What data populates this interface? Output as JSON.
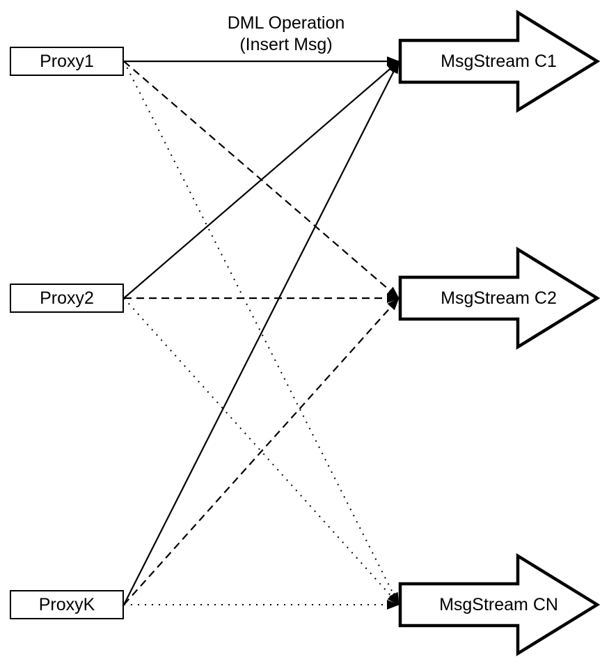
{
  "diagram": {
    "annotation": {
      "line1": "DML Operation",
      "line2": "(Insert Msg)"
    },
    "proxies": [
      {
        "id": "proxy1",
        "label": "Proxy1"
      },
      {
        "id": "proxy2",
        "label": "Proxy2"
      },
      {
        "id": "proxyk",
        "label": "ProxyK"
      }
    ],
    "streams": [
      {
        "id": "c1",
        "label": "MsgStream C1"
      },
      {
        "id": "c2",
        "label": "MsgStream C2"
      },
      {
        "id": "cn",
        "label": "MsgStream CN"
      }
    ],
    "connections": [
      {
        "from": "proxy1",
        "to": "c1",
        "style": "solid"
      },
      {
        "from": "proxy1",
        "to": "c2",
        "style": "dashed"
      },
      {
        "from": "proxy1",
        "to": "cn",
        "style": "dotted"
      },
      {
        "from": "proxy2",
        "to": "c1",
        "style": "solid"
      },
      {
        "from": "proxy2",
        "to": "c2",
        "style": "dashed"
      },
      {
        "from": "proxy2",
        "to": "cn",
        "style": "dotted"
      },
      {
        "from": "proxyk",
        "to": "c1",
        "style": "solid"
      },
      {
        "from": "proxyk",
        "to": "c2",
        "style": "dashed"
      },
      {
        "from": "proxyk",
        "to": "cn",
        "style": "dotted"
      }
    ],
    "colors": {
      "stroke": "#000000",
      "fill": "#ffffff"
    }
  }
}
